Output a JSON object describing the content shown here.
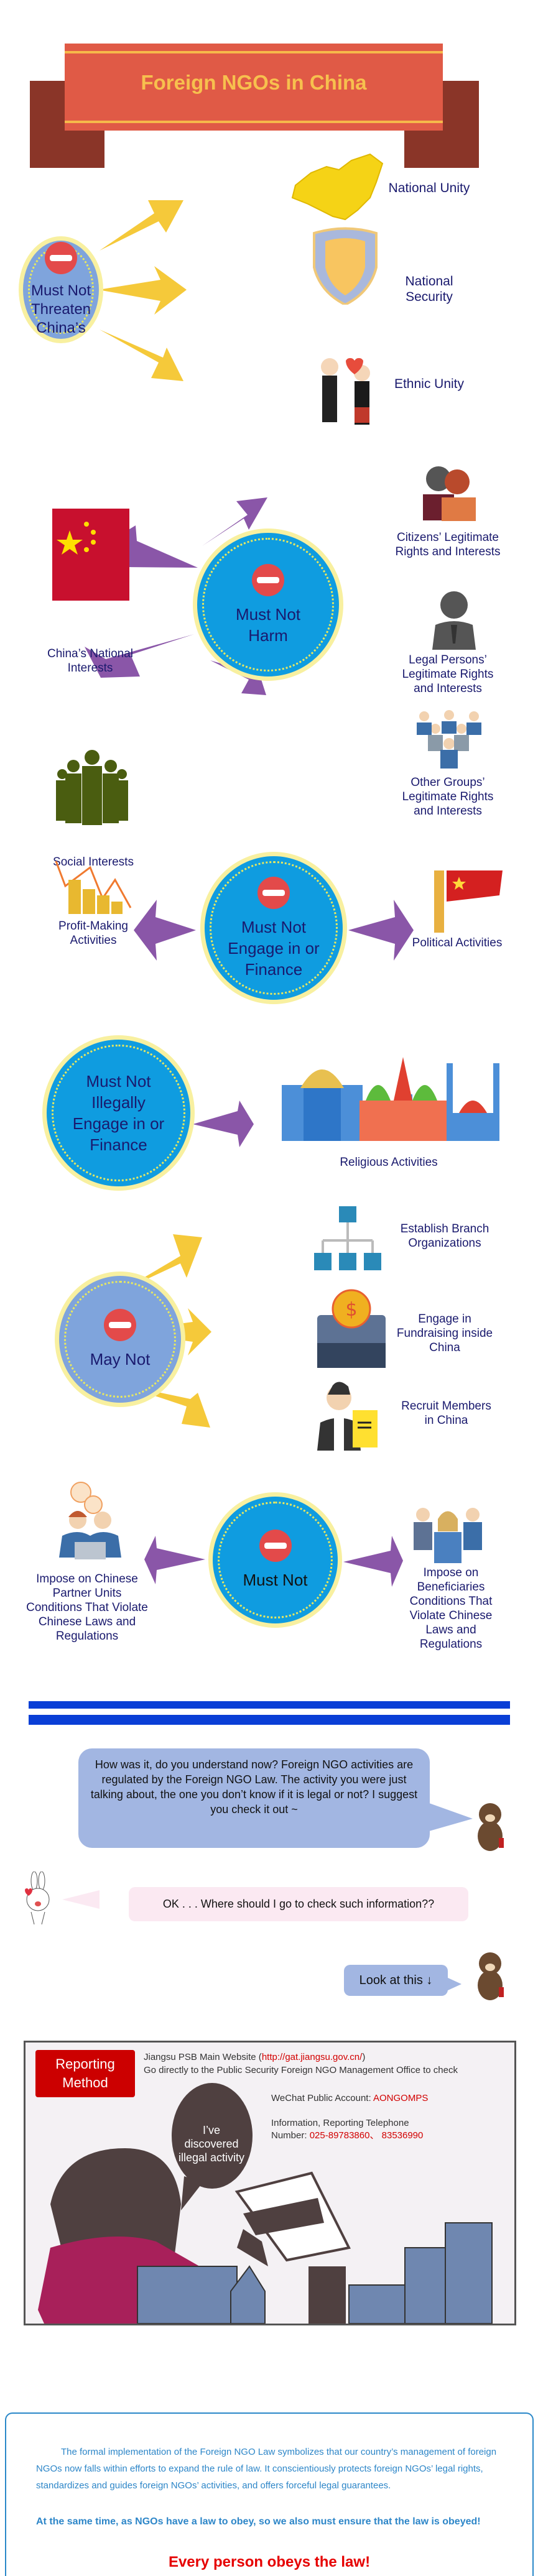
{
  "banner": {
    "title": "Foreign NGOs in China"
  },
  "sections": {
    "threaten": {
      "center": "Must Not Threaten China’s",
      "targets": [
        {
          "label": "National Unity",
          "icon": "china-map-icon"
        },
        {
          "label": "National Security",
          "icon": "shield-icon"
        },
        {
          "label": "Ethnic Unity",
          "icon": "ethnic-couple-icon"
        }
      ]
    },
    "harm": {
      "center": "Must Not Harm",
      "left": [
        {
          "label": "China’s National Interests",
          "icon": "china-flag-icon"
        },
        {
          "label": "Social Interests",
          "icon": "crowd-silhouette-icon"
        }
      ],
      "right": [
        {
          "label": "Citizens’ Legitimate Rights and Interests",
          "icon": "citizens-icon"
        },
        {
          "label": "Legal Persons’ Legitimate Rights and Interests",
          "icon": "businessman-silhouette-icon"
        },
        {
          "label": "Other Groups’ Legitimate Rights and Interests",
          "icon": "group-people-icon"
        }
      ]
    },
    "engage": {
      "center": "Must Not Engage in or Finance",
      "left": {
        "label": "Profit-Making Activities",
        "icon": "coins-chart-icon"
      },
      "right": {
        "label": "Political Activities",
        "icon": "monument-flag-icon"
      }
    },
    "illegal": {
      "center": "Must Not Illegally Engage in or Finance",
      "target": {
        "label": "Religious Activities",
        "icon": "religious-buildings-icon"
      }
    },
    "maynot": {
      "center": "May Not",
      "targets": [
        {
          "label": "Establish Branch Organizations",
          "icon": "org-chart-icon"
        },
        {
          "label": "Engage in Fundraising inside China",
          "icon": "donation-box-icon"
        },
        {
          "label": "Recruit Members in China",
          "icon": "recruit-scroll-icon"
        }
      ]
    },
    "mustnot": {
      "center": "Must Not",
      "left": {
        "label": "Impose on Chinese Partner Units Conditions That Violate Chinese Laws and Regulations",
        "icon": "partners-talking-icon"
      },
      "right": {
        "label": "Impose on Beneficiaries Conditions That Violate Chinese Laws and Regulations",
        "icon": "beneficiaries-icon"
      }
    }
  },
  "chat": {
    "bear_message_1": "How was it, do you understand now? Foreign NGO activities are regulated by the Foreign NGO Law. The activity you were just talking about, the one you don’t know if it is legal or not? I suggest you check it out ~",
    "bunny_message": "OK . . . Where should I go to check such information??",
    "bear_message_2": "Look at this ↓"
  },
  "reporting": {
    "badge_line1": "Reporting",
    "badge_line2": "Method",
    "website_prefix": "Jiangsu PSB Main Website (",
    "website_url": "http://gat.jiangsu.gov.cn/",
    "website_suffix": ")",
    "office_text": "Go directly to the Public Security Foreign NGO Management Office to check",
    "wechat_label": "WeChat Public Account:",
    "wechat_value": "AONGOMPS",
    "phone_label_1": "Information, Reporting Telephone",
    "phone_label_2": "Number:",
    "phone_value": "025-89783860、 83536990",
    "speech": "I’ve discovered illegal activity"
  },
  "footer": {
    "paragraph": "The formal implementation of the Foreign NGO Law symbolizes that our country’s management of foreign NGOs now falls within efforts to expand the rule of law. It conscientiously protects foreign NGOs’ legal rights, standardizes and guides foreign NGOs’ activities, and offers forceful legal guarantees.",
    "bold_line": "At the same time, as NGOs have a law to obey, so we also must ensure that the law is obeyed!",
    "slogan": "Every person obeys the law!"
  },
  "colors": {
    "banner_red": "#e05a46",
    "banner_gold": "#f7c04e",
    "navy_text": "#1a1a6e",
    "yellow_arrow": "#f5c93a",
    "purple_arrow": "#8a56a8",
    "sky_circle": "#0f9ce0",
    "lavender_circle": "#7fa4dc",
    "divider_blue": "#0a3fd6",
    "footer_blue": "#2d86c8",
    "alert_red": "#e60000"
  }
}
